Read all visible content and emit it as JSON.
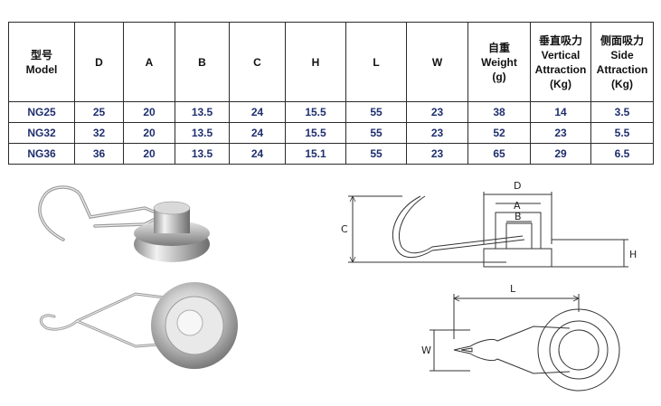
{
  "table": {
    "headers": [
      {
        "cn": "型号",
        "en": [
          "Model"
        ]
      },
      {
        "cn": "",
        "en": [
          "D"
        ]
      },
      {
        "cn": "",
        "en": [
          "A"
        ]
      },
      {
        "cn": "",
        "en": [
          "B"
        ]
      },
      {
        "cn": "",
        "en": [
          "C"
        ]
      },
      {
        "cn": "",
        "en": [
          "H"
        ]
      },
      {
        "cn": "",
        "en": [
          "L"
        ]
      },
      {
        "cn": "",
        "en": [
          "W"
        ]
      },
      {
        "cn": "自重",
        "en": [
          "Weight",
          "(g)"
        ]
      },
      {
        "cn": "垂直吸力",
        "en": [
          "Vertical",
          "Attraction",
          "(Kg)"
        ]
      },
      {
        "cn": "侧面吸力",
        "en": [
          "Side",
          "Attraction",
          "(Kg)"
        ]
      }
    ],
    "rows": [
      [
        "NG25",
        "25",
        "20",
        "13.5",
        "24",
        "15.5",
        "55",
        "23",
        "38",
        "14",
        "3.5"
      ],
      [
        "NG32",
        "32",
        "20",
        "13.5",
        "24",
        "15.5",
        "55",
        "23",
        "52",
        "23",
        "5.5"
      ],
      [
        "NG36",
        "36",
        "20",
        "13.5",
        "24",
        "15.1",
        "55",
        "23",
        "65",
        "29",
        "6.5"
      ]
    ]
  },
  "drawing_labels": {
    "d": "D",
    "a": "A",
    "b": "B",
    "c": "C",
    "h": "H",
    "l": "L",
    "w": "W"
  }
}
